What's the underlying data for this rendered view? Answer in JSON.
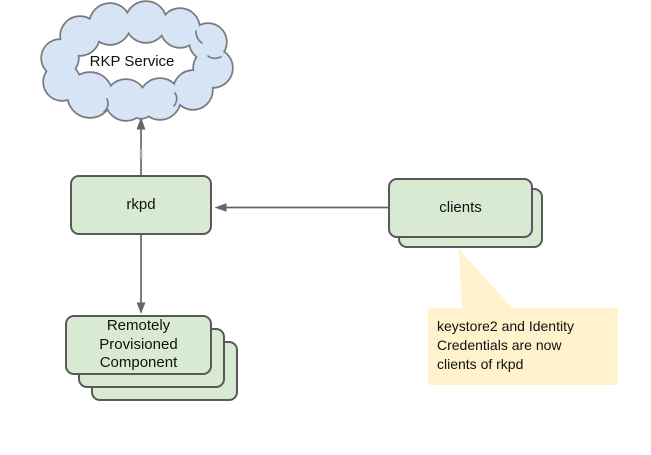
{
  "colors": {
    "canvas_bg": "#ffffff",
    "node_fill": "#d9ead3",
    "node_stroke": "#595959",
    "cloud_fill": "#d7e4f5",
    "cloud_stroke": "#7a7a7a",
    "callout_fill": "#fff2cc",
    "connector": "#666666",
    "text": "#111111"
  },
  "diagram": {
    "cloud": {
      "label": "RKP Service"
    },
    "nodes": {
      "rkpd": {
        "label": "rkpd"
      },
      "clients": {
        "label": "clients",
        "stacked_copies": 2
      },
      "rpc": {
        "label": "Remotely\nProvisioned\nComponent",
        "stacked_copies": 3
      }
    },
    "callout": {
      "text": "keystore2 and Identity\nCredentials are now\nclients of rkpd"
    },
    "edges": [
      {
        "from": "rkpd",
        "to": "RKP Service",
        "arrow_at": "RKP Service",
        "direction": "up"
      },
      {
        "from": "rkpd",
        "to": "Remotely Provisioned Component",
        "arrow_at": "Remotely Provisioned Component",
        "direction": "down"
      },
      {
        "from": "clients",
        "to": "rkpd",
        "arrow_at": "rkpd",
        "direction": "left"
      }
    ]
  }
}
